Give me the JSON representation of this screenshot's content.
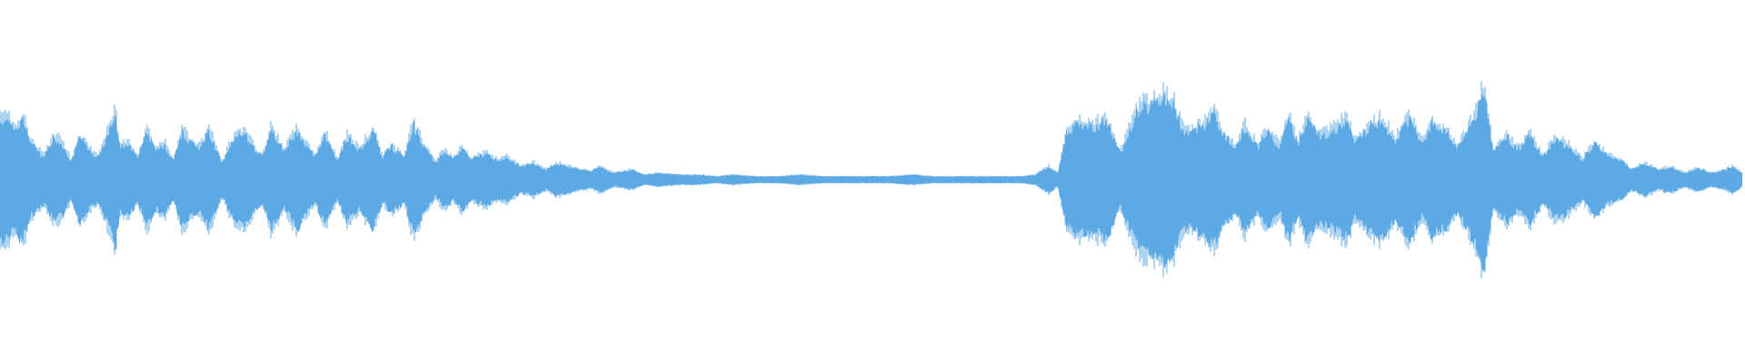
{
  "waveform": {
    "color": "#5DA9E3",
    "background": "#ffffff",
    "envelope": [
      [
        0.0,
        0.38
      ],
      [
        0.4,
        0.36
      ],
      [
        0.6,
        0.3
      ],
      [
        1.0,
        0.38
      ],
      [
        1.4,
        0.22
      ],
      [
        2.0,
        0.14
      ],
      [
        2.4,
        0.26
      ],
      [
        2.8,
        0.22
      ],
      [
        3.2,
        0.12
      ],
      [
        3.6,
        0.26
      ],
      [
        4.0,
        0.18
      ],
      [
        4.4,
        0.14
      ],
      [
        4.8,
        0.26
      ],
      [
        5.2,
        0.4
      ],
      [
        5.4,
        0.2
      ],
      [
        5.8,
        0.22
      ],
      [
        6.2,
        0.14
      ],
      [
        6.6,
        0.3
      ],
      [
        7.0,
        0.18
      ],
      [
        7.4,
        0.22
      ],
      [
        7.8,
        0.12
      ],
      [
        8.2,
        0.3
      ],
      [
        8.6,
        0.22
      ],
      [
        9.0,
        0.2
      ],
      [
        9.4,
        0.3
      ],
      [
        10.0,
        0.1
      ],
      [
        10.4,
        0.22
      ],
      [
        11.0,
        0.3
      ],
      [
        11.4,
        0.2
      ],
      [
        11.8,
        0.14
      ],
      [
        12.2,
        0.3
      ],
      [
        12.8,
        0.18
      ],
      [
        13.4,
        0.3
      ],
      [
        13.8,
        0.2
      ],
      [
        14.2,
        0.14
      ],
      [
        14.6,
        0.28
      ],
      [
        15.2,
        0.12
      ],
      [
        15.6,
        0.26
      ],
      [
        16.2,
        0.18
      ],
      [
        16.8,
        0.3
      ],
      [
        17.2,
        0.14
      ],
      [
        17.6,
        0.2
      ],
      [
        18.2,
        0.14
      ],
      [
        18.6,
        0.34
      ],
      [
        19.0,
        0.22
      ],
      [
        19.6,
        0.1
      ],
      [
        20.0,
        0.18
      ],
      [
        20.4,
        0.12
      ],
      [
        20.8,
        0.2
      ],
      [
        21.2,
        0.12
      ],
      [
        21.8,
        0.16
      ],
      [
        22.4,
        0.12
      ],
      [
        22.8,
        0.14
      ],
      [
        23.4,
        0.08
      ],
      [
        24.0,
        0.1
      ],
      [
        24.6,
        0.06
      ],
      [
        25.0,
        0.1
      ],
      [
        25.6,
        0.08
      ],
      [
        26.2,
        0.06
      ],
      [
        26.6,
        0.05
      ],
      [
        27.0,
        0.08
      ],
      [
        27.6,
        0.04
      ],
      [
        28.4,
        0.06
      ],
      [
        29.0,
        0.03
      ],
      [
        29.6,
        0.04
      ],
      [
        30.6,
        0.03
      ],
      [
        31.4,
        0.03
      ],
      [
        32.2,
        0.02
      ],
      [
        33.0,
        0.03
      ],
      [
        34.0,
        0.02
      ],
      [
        35.0,
        0.02
      ],
      [
        36.0,
        0.03
      ],
      [
        37.0,
        0.02
      ],
      [
        38.0,
        0.02
      ],
      [
        39.0,
        0.02
      ],
      [
        40.0,
        0.02
      ],
      [
        41.0,
        0.03
      ],
      [
        42.0,
        0.02
      ],
      [
        43.0,
        0.02
      ],
      [
        44.0,
        0.02
      ],
      [
        45.0,
        0.02
      ],
      [
        46.0,
        0.02
      ],
      [
        46.6,
        0.03
      ],
      [
        47.2,
        0.08
      ],
      [
        47.6,
        0.04
      ],
      [
        48.0,
        0.3
      ],
      [
        48.6,
        0.34
      ],
      [
        49.2,
        0.32
      ],
      [
        49.8,
        0.36
      ],
      [
        50.4,
        0.16
      ],
      [
        51.2,
        0.42
      ],
      [
        51.8,
        0.46
      ],
      [
        52.4,
        0.5
      ],
      [
        52.8,
        0.46
      ],
      [
        53.2,
        0.3
      ],
      [
        53.6,
        0.28
      ],
      [
        54.2,
        0.34
      ],
      [
        54.6,
        0.42
      ],
      [
        55.0,
        0.28
      ],
      [
        55.6,
        0.2
      ],
      [
        56.0,
        0.32
      ],
      [
        56.6,
        0.2
      ],
      [
        57.0,
        0.3
      ],
      [
        57.6,
        0.2
      ],
      [
        58.0,
        0.38
      ],
      [
        58.4,
        0.22
      ],
      [
        58.8,
        0.36
      ],
      [
        59.4,
        0.26
      ],
      [
        60.0,
        0.3
      ],
      [
        60.6,
        0.36
      ],
      [
        61.0,
        0.22
      ],
      [
        61.6,
        0.32
      ],
      [
        62.2,
        0.36
      ],
      [
        62.8,
        0.24
      ],
      [
        63.4,
        0.38
      ],
      [
        64.0,
        0.22
      ],
      [
        64.4,
        0.34
      ],
      [
        65.0,
        0.3
      ],
      [
        65.6,
        0.2
      ],
      [
        66.2,
        0.34
      ],
      [
        66.8,
        0.54
      ],
      [
        67.2,
        0.18
      ],
      [
        67.8,
        0.26
      ],
      [
        68.4,
        0.18
      ],
      [
        68.8,
        0.28
      ],
      [
        69.4,
        0.14
      ],
      [
        70.0,
        0.24
      ],
      [
        70.6,
        0.2
      ],
      [
        71.2,
        0.12
      ],
      [
        71.8,
        0.22
      ],
      [
        72.4,
        0.14
      ],
      [
        73.0,
        0.12
      ],
      [
        73.4,
        0.06
      ],
      [
        74.0,
        0.1
      ],
      [
        74.6,
        0.06
      ],
      [
        75.2,
        0.08
      ],
      [
        75.8,
        0.04
      ],
      [
        76.4,
        0.07
      ],
      [
        77.0,
        0.04
      ],
      [
        77.6,
        0.06
      ],
      [
        78.0,
        0.08
      ],
      [
        78.4,
        0.04
      ]
    ]
  }
}
